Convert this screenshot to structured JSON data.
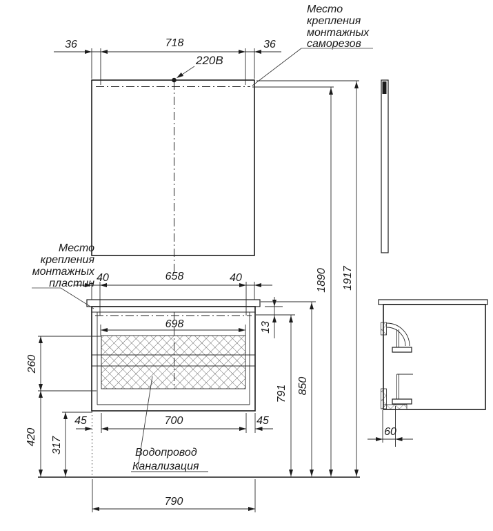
{
  "notes": {
    "screws": [
      "Место",
      "крепления",
      "монтажных",
      "саморезов"
    ],
    "plates": [
      "Место",
      "крепления",
      "монтажных",
      "пластин"
    ],
    "plumbing": [
      "Водопровод",
      "Канализация"
    ]
  },
  "labels": {
    "voltage": "220В"
  },
  "dims": {
    "top_left": "36",
    "top_span": "718",
    "top_right": "36",
    "plate_left": "40",
    "plate_span": "658",
    "plate_right": "40",
    "inner_width": "698",
    "top_gap": "13",
    "hatch_height": "260",
    "hatch_to_floor": "420",
    "bottom_to_floor": "317",
    "left_gap": "45",
    "drawer_width": "700",
    "right_gap": "45",
    "overall_width": "790",
    "inner_height": "791",
    "cabinet_height": "850",
    "mount_height": "1890",
    "total_height": "1917",
    "side_depth": "60"
  },
  "colors": {
    "line": "#1c1c1c",
    "shelf": "#9c9c9c",
    "background": "#ffffff"
  }
}
